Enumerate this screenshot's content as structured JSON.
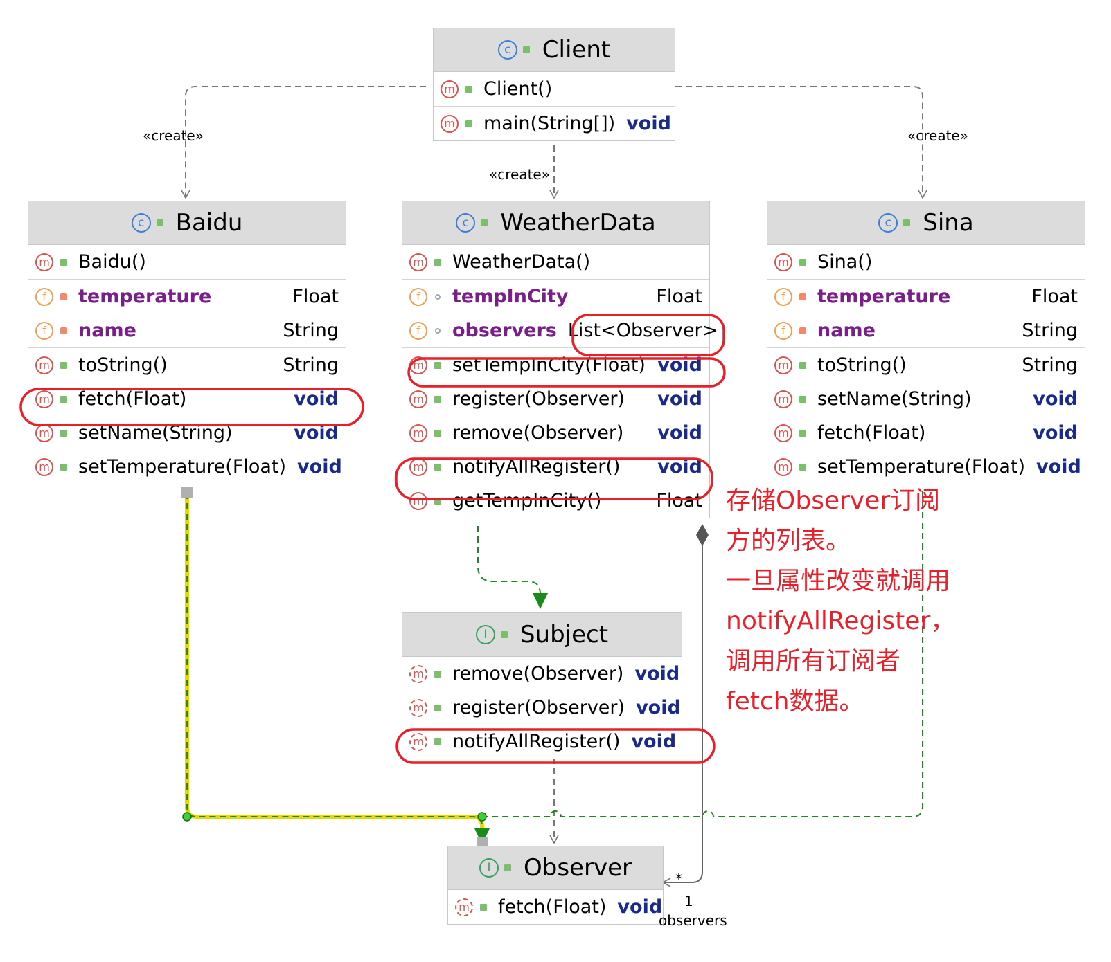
{
  "classes": {
    "client": {
      "name": "Client",
      "kind": "class",
      "members": [
        [
          {
            "name": "Client()",
            "type": "",
            "kind": "method",
            "vis": "pub"
          }
        ],
        [
          {
            "name": "main(String[])",
            "type": "void",
            "kind": "method",
            "vis": "pub"
          }
        ]
      ]
    },
    "baidu": {
      "name": "Baidu",
      "kind": "class",
      "members": [
        [
          {
            "name": "Baidu()",
            "type": "",
            "kind": "method",
            "vis": "pub"
          }
        ],
        [
          {
            "name": "temperature",
            "type": "Float",
            "kind": "field",
            "vis": "priv"
          },
          {
            "name": "name",
            "type": "String",
            "kind": "field",
            "vis": "priv"
          }
        ],
        [
          {
            "name": "toString()",
            "type": "String",
            "kind": "method",
            "vis": "pub"
          },
          {
            "name": "fetch(Float)",
            "type": "void",
            "kind": "method",
            "vis": "pub"
          },
          {
            "name": "setName(String)",
            "type": "void",
            "kind": "method",
            "vis": "pub"
          },
          {
            "name": "setTemperature(Float)",
            "type": "void",
            "kind": "method",
            "vis": "pub"
          }
        ]
      ]
    },
    "weatherdata": {
      "name": "WeatherData",
      "kind": "class",
      "members": [
        [
          {
            "name": "WeatherData()",
            "type": "",
            "kind": "method",
            "vis": "pub"
          }
        ],
        [
          {
            "name": "tempInCity",
            "type": "Float",
            "kind": "field",
            "vis": "pkg"
          },
          {
            "name": "observers",
            "type": "List<Observer>",
            "kind": "field",
            "vis": "pkg"
          }
        ],
        [
          {
            "name": "setTempInCity(Float)",
            "type": "void",
            "kind": "method",
            "vis": "pub"
          },
          {
            "name": "register(Observer)",
            "type": "void",
            "kind": "method",
            "vis": "pub"
          },
          {
            "name": "remove(Observer)",
            "type": "void",
            "kind": "method",
            "vis": "pub"
          },
          {
            "name": "notifyAllRegister()",
            "type": "void",
            "kind": "method",
            "vis": "pub"
          },
          {
            "name": "getTempInCity()",
            "type": "Float",
            "kind": "method",
            "vis": "pub"
          }
        ]
      ]
    },
    "sina": {
      "name": "Sina",
      "kind": "class",
      "members": [
        [
          {
            "name": "Sina()",
            "type": "",
            "kind": "method",
            "vis": "pub"
          }
        ],
        [
          {
            "name": "temperature",
            "type": "Float",
            "kind": "field",
            "vis": "priv"
          },
          {
            "name": "name",
            "type": "String",
            "kind": "field",
            "vis": "priv"
          }
        ],
        [
          {
            "name": "toString()",
            "type": "String",
            "kind": "method",
            "vis": "pub"
          },
          {
            "name": "setName(String)",
            "type": "void",
            "kind": "method",
            "vis": "pub"
          },
          {
            "name": "fetch(Float)",
            "type": "void",
            "kind": "method",
            "vis": "pub"
          },
          {
            "name": "setTemperature(Float)",
            "type": "void",
            "kind": "method",
            "vis": "pub"
          }
        ]
      ]
    },
    "subject": {
      "name": "Subject",
      "kind": "interface",
      "members": [
        [
          {
            "name": "remove(Observer)",
            "type": "void",
            "kind": "abstract",
            "vis": "pub"
          },
          {
            "name": "register(Observer)",
            "type": "void",
            "kind": "abstract",
            "vis": "pub"
          },
          {
            "name": "notifyAllRegister()",
            "type": "void",
            "kind": "abstract",
            "vis": "pub"
          }
        ]
      ]
    },
    "observer": {
      "name": "Observer",
      "kind": "interface",
      "members": [
        [
          {
            "name": "fetch(Float)",
            "type": "void",
            "kind": "abstract",
            "vis": "pub"
          }
        ]
      ]
    }
  },
  "labels": {
    "create_left": "«create»",
    "create_mid": "«create»",
    "create_right": "«create»",
    "mult_many": "*",
    "mult_one": "1",
    "role": "observers"
  },
  "note": {
    "lines": [
      "存储Observer订阅",
      "方的列表。",
      "一旦属性改变就调用",
      "notifyAllRegister，",
      "调用所有订阅者",
      "fetch数据。"
    ]
  },
  "colors": {
    "highlight": "#e8202a",
    "realization": "#1a8a1a",
    "dependency": "#777777",
    "selected_wire": "#e6d800"
  }
}
